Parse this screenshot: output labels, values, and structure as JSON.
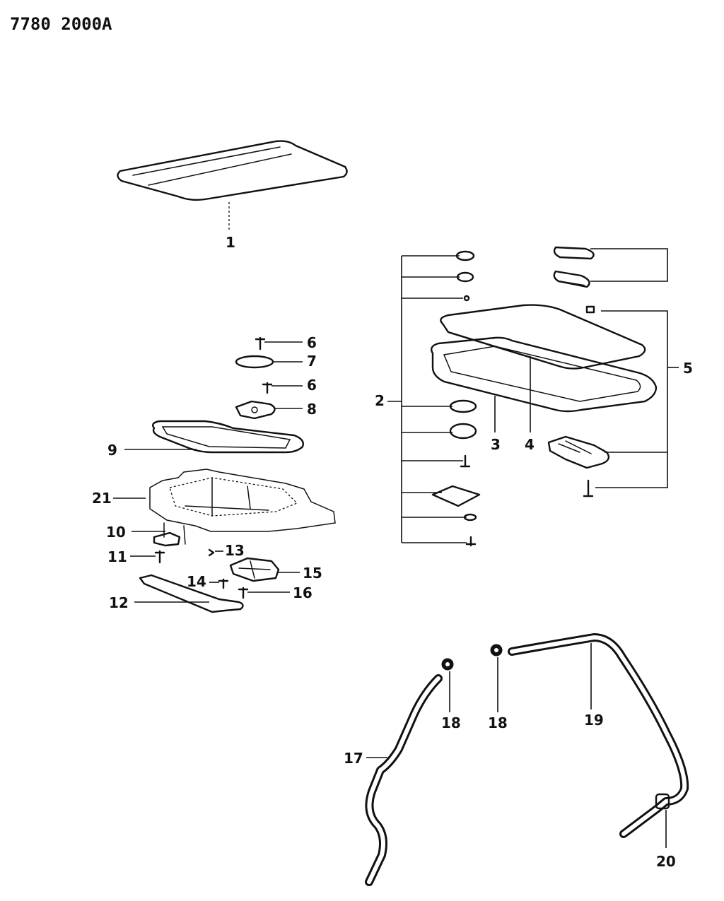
{
  "drawing_number": "7780 2000A",
  "callouts": {
    "c1": "1",
    "c2": "2",
    "c3": "3",
    "c4": "4",
    "c5": "5",
    "c6a": "6",
    "c6b": "6",
    "c7": "7",
    "c8": "8",
    "c9": "9",
    "c10": "10",
    "c11": "11",
    "c12": "12",
    "c13": "13",
    "c14": "14",
    "c15": "15",
    "c16": "16",
    "c17": "17",
    "c18a": "18",
    "c18b": "18",
    "c19": "19",
    "c20": "20",
    "c21": "21"
  },
  "colors": {
    "ink": "#111111",
    "paper": "#ffffff"
  }
}
